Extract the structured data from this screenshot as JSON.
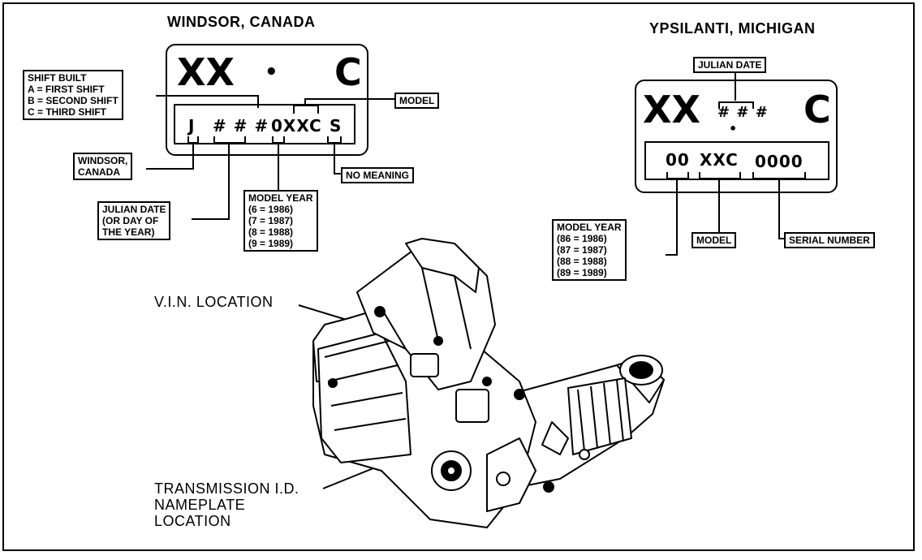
{
  "windsor": {
    "title": "WINDSOR, CANADA",
    "plate_left": "XX",
    "plate_dot": "•",
    "plate_right": "C",
    "code_j": "J",
    "code_hash": "# # #",
    "code_model": "0XXC",
    "code_s": "S",
    "shift_built": [
      "SHIFT BUILT",
      "A  =  FIRST SHIFT",
      "B  =  SECOND SHIFT",
      "C  =  THIRD SHIFT"
    ],
    "model_label": "MODEL",
    "windsor_label": [
      "WINDSOR,",
      "CANADA"
    ],
    "no_meaning": "NO MEANING",
    "julian_date": [
      "JULIAN DATE",
      "(OR DAY OF",
      "THE YEAR)"
    ],
    "model_year": [
      "MODEL YEAR",
      "(6  =  1986)",
      "(7  =  1987)",
      "(8  =  1988)",
      "(9  =  1989)"
    ]
  },
  "ypsilanti": {
    "title": "YPSILANTI, MICHIGAN",
    "julian_label": "JULIAN DATE",
    "plate_left": "XX",
    "plate_hash": "# # #",
    "plate_dot": "•",
    "plate_right": "C",
    "code_year": "00",
    "code_model": "XXC",
    "code_serial": "0000",
    "model_year": [
      "MODEL YEAR",
      "(86  =  1986)",
      "(87  =  1987)",
      "(88  =  1988)",
      "(89  =  1989)"
    ],
    "model_label": "MODEL",
    "serial_label": "SERIAL NUMBER"
  },
  "transmission": {
    "vin_location": "V.I.N. LOCATION",
    "nameplate_location": [
      "TRANSMISSION I.D.",
      "NAMEPLATE",
      "LOCATION"
    ]
  }
}
